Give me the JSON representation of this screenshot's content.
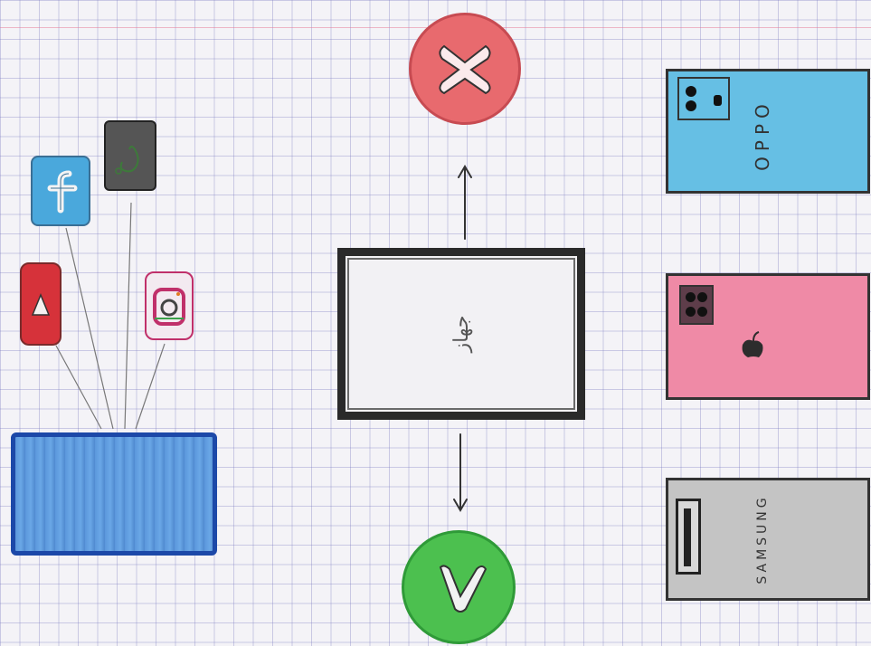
{
  "center": {
    "label": "جهاز"
  },
  "phones": [
    {
      "brand": "OPPO"
    },
    {
      "brand": ""
    },
    {
      "brand": "SAMSUNG"
    }
  ],
  "colors": {
    "close": "#e86a6e",
    "confirm": "#4cc04f",
    "oppo": "#66bfe4",
    "apple": "#ef8aa6",
    "samsung": "#c4c4c4",
    "laptop": "#5b97dc",
    "frame": "#2a2a2a"
  },
  "icons": {
    "close": "close-icon",
    "confirm": "check-icon",
    "youtube": "youtube-icon",
    "facebook": "facebook-icon",
    "snapchat": "snapchat-icon",
    "instagram": "instagram-icon",
    "apple": "apple-logo-icon"
  }
}
